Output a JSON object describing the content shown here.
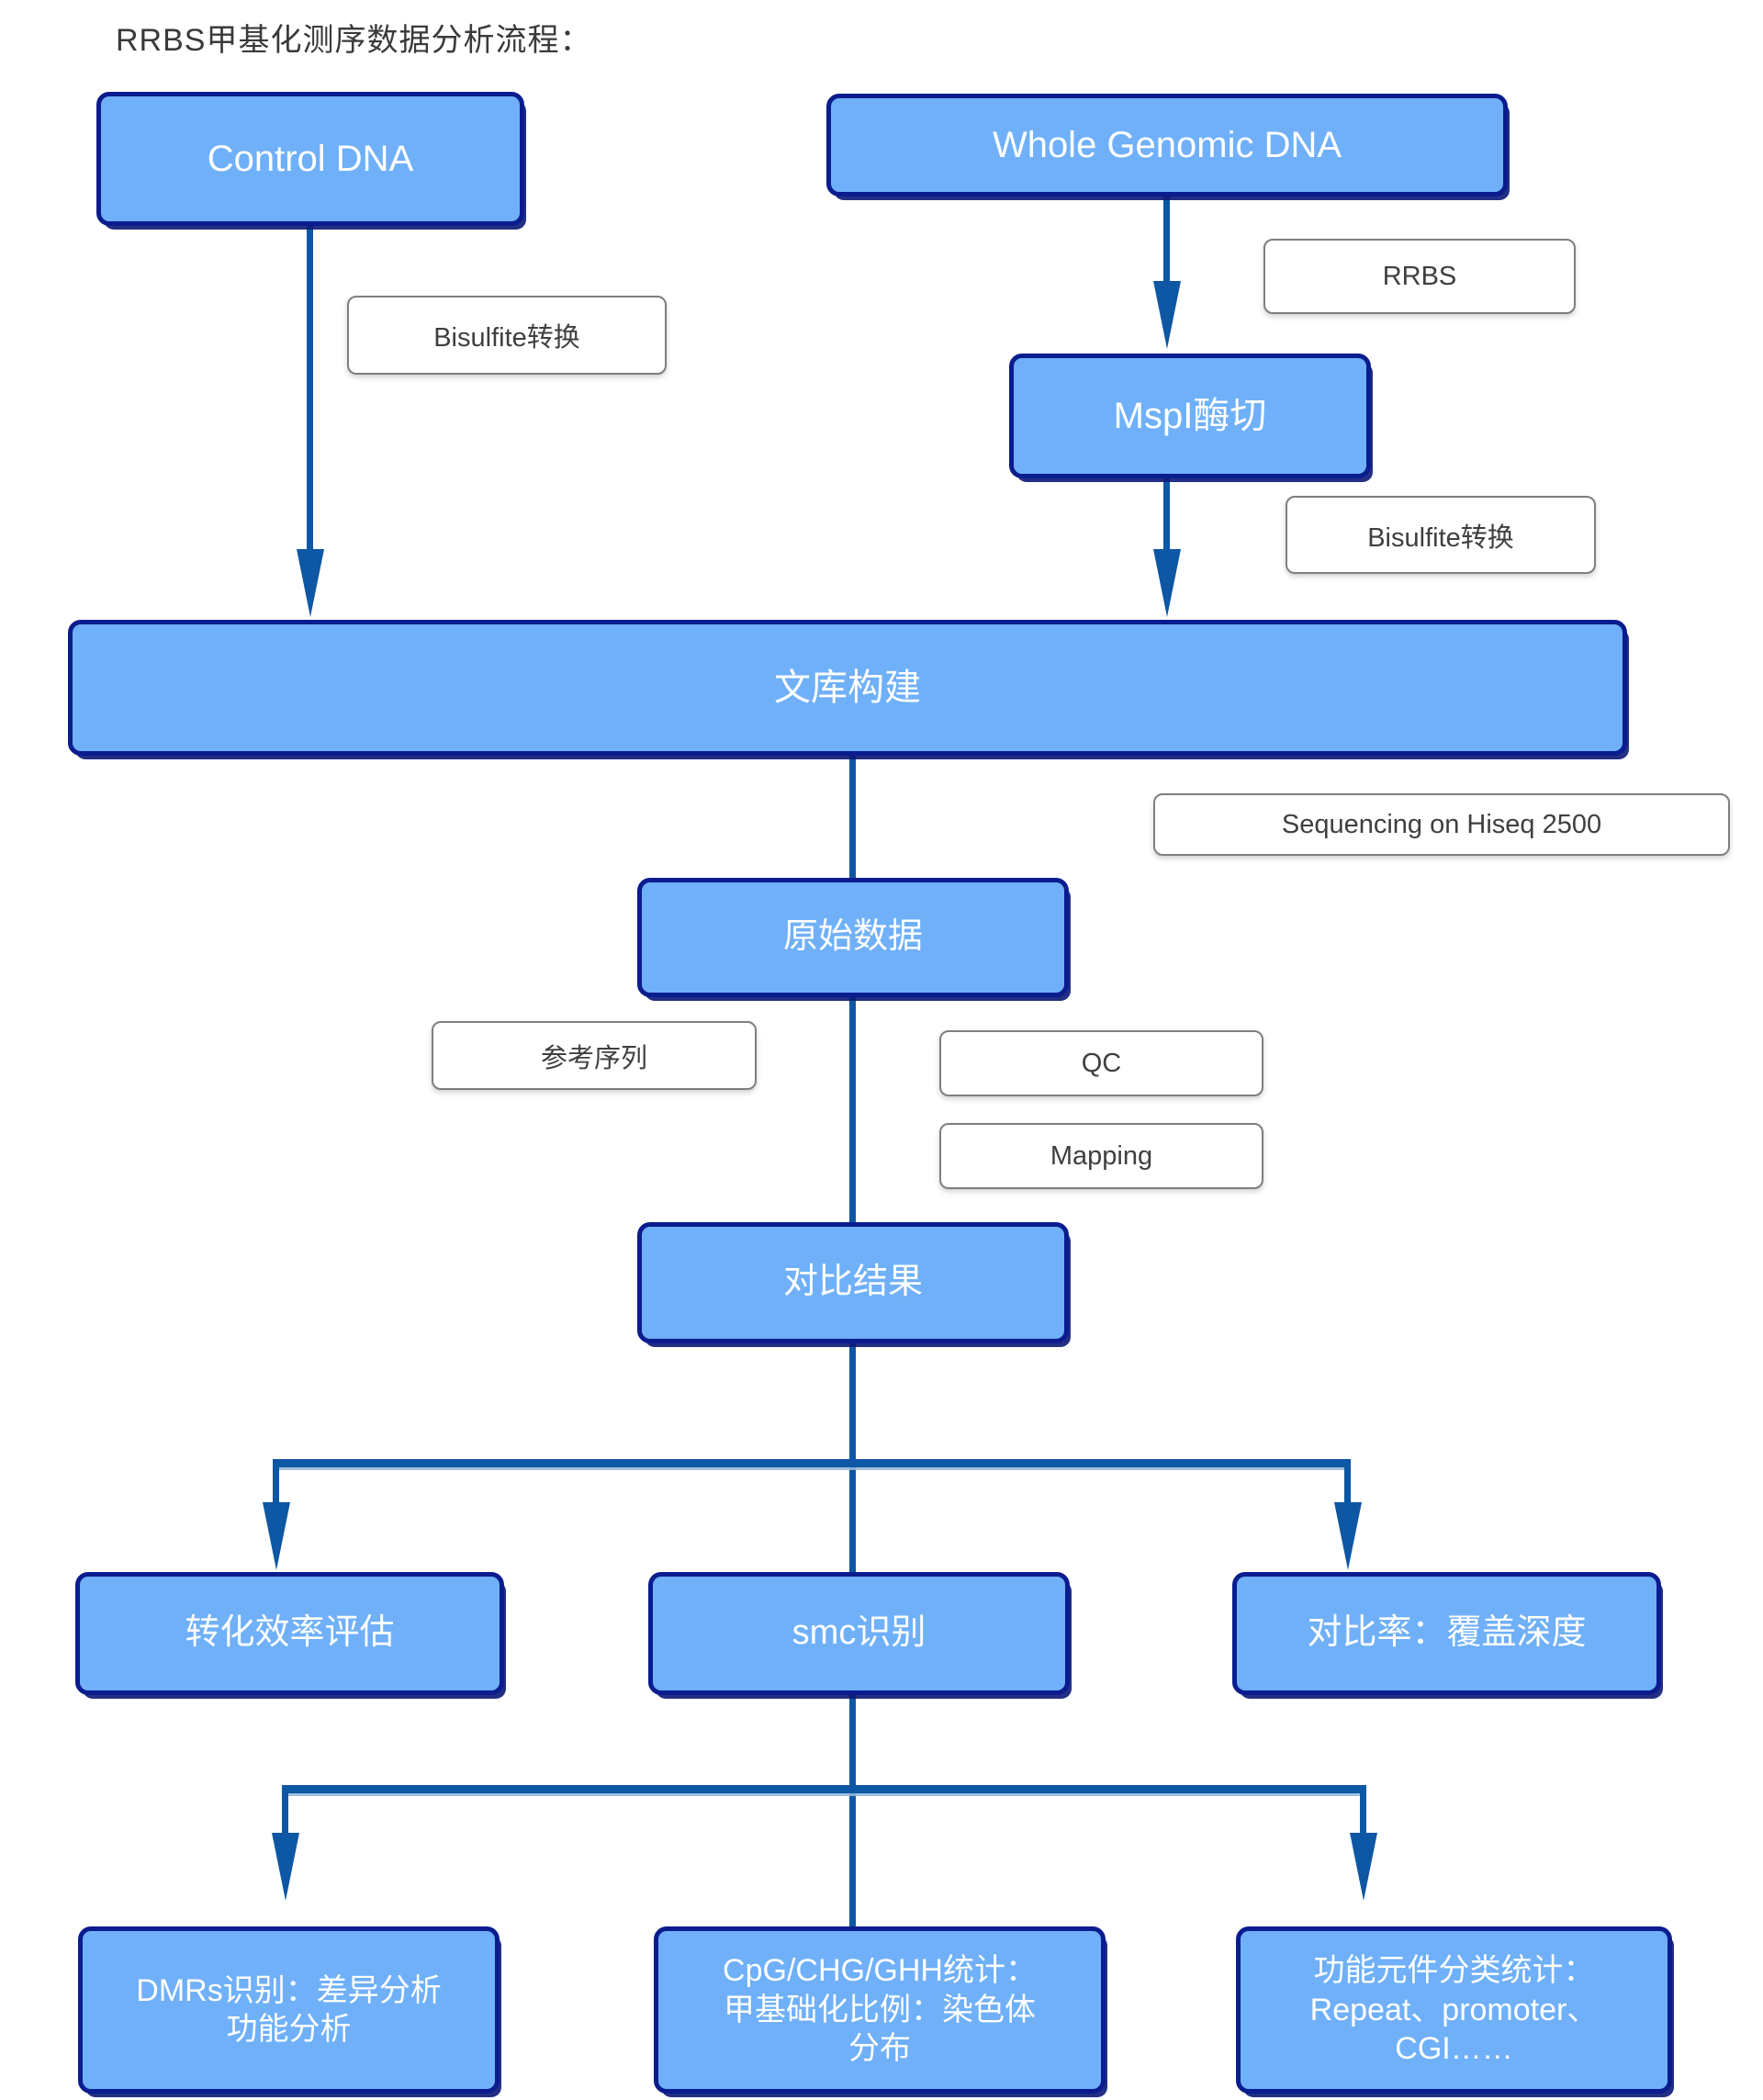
{
  "title": "RRBS甲基化测序数据分析流程：",
  "colors": {
    "node_fill": "#6FB0F9",
    "node_border": "#0A1C8E",
    "node_text": "#FFFFFF",
    "label_border": "#7F7F7F",
    "label_text": "#3F3F3F",
    "connector": "#0D57A4",
    "title_text": "#3A3A3A"
  },
  "nodes": {
    "control_dna": {
      "label": "Control DNA"
    },
    "whole_genomic": {
      "label": "Whole Genomic DNA"
    },
    "mspi": {
      "label": "MspI酶切"
    },
    "library": {
      "label": "文库构建"
    },
    "raw_data": {
      "label": "原始数据"
    },
    "align_result": {
      "label": "对比结果"
    },
    "conversion_efficiency": {
      "label": "转化效率评估"
    },
    "smc": {
      "label": "smc识别"
    },
    "depth": {
      "label": "对比率：覆盖深度"
    },
    "dmrs": {
      "label": "DMRs识别：差异分析\n功能分析"
    },
    "cpg_stats": {
      "label": "CpG/CHG/GHH统计：\n甲基础化比例：染色体\n分布"
    },
    "functional_elements": {
      "label": "功能元件分类统计：\nRepeat、promoter、\nCGI……"
    }
  },
  "step_labels": {
    "bisulfite_left": "Bisulfite转换",
    "rrbs": "RRBS",
    "bisulfite_right": "Bisulfite转换",
    "sequencing": "Sequencing on Hiseq 2500",
    "reference": "参考序列",
    "qc": "QC",
    "mapping": "Mapping"
  }
}
